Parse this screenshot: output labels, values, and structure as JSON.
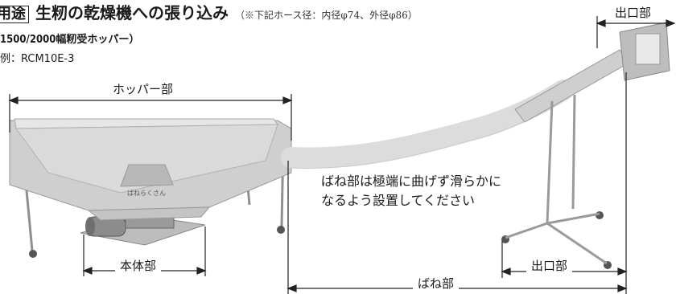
{
  "header": {
    "tag": "用途",
    "title": "生籾の乾燥機への張り込み",
    "note": "（※下記ホース径：内径φ74、外径φ86）"
  },
  "spec": {
    "line1": "1500/2000幅籾受ホッパー）",
    "line2": "例：RCM10E-3"
  },
  "labels": {
    "hopper": "ホッパー部",
    "body": "本体部",
    "spring": "ばね部",
    "outlet_top": "出口部",
    "outlet_bottom": "出口部"
  },
  "advice": {
    "line1": "ばね部は極端に曲げず滑らかに",
    "line2": "なるよう設置してください"
  },
  "hopper_print": "ばねらくさん"
}
